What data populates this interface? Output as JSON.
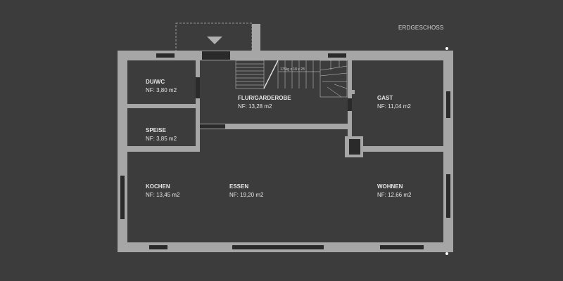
{
  "floor_label": "ERDGESCHOSS",
  "stair_note": "17Stg x 18 x 28",
  "colors": {
    "background": "#3c3c3c",
    "wall": "#a6a6a6",
    "opening": "#2a2a2a",
    "stairs": "#cfcfcf",
    "text": "#e6e6e6"
  },
  "rooms": [
    {
      "name": "DU/WC",
      "area": "NF: 3,80 m2"
    },
    {
      "name": "FLUR/GARDEROBE",
      "area": "NF: 13,28 m2"
    },
    {
      "name": "GAST",
      "area": "NF: 11,04 m2"
    },
    {
      "name": "SPEISE",
      "area": "NF: 3,85 m2"
    },
    {
      "name": "KOCHEN",
      "area": "NF: 13,45 m2"
    },
    {
      "name": "ESSEN",
      "area": "NF: 19,20 m2"
    },
    {
      "name": "WOHNEN",
      "area": "NF: 12,66 m2"
    }
  ]
}
